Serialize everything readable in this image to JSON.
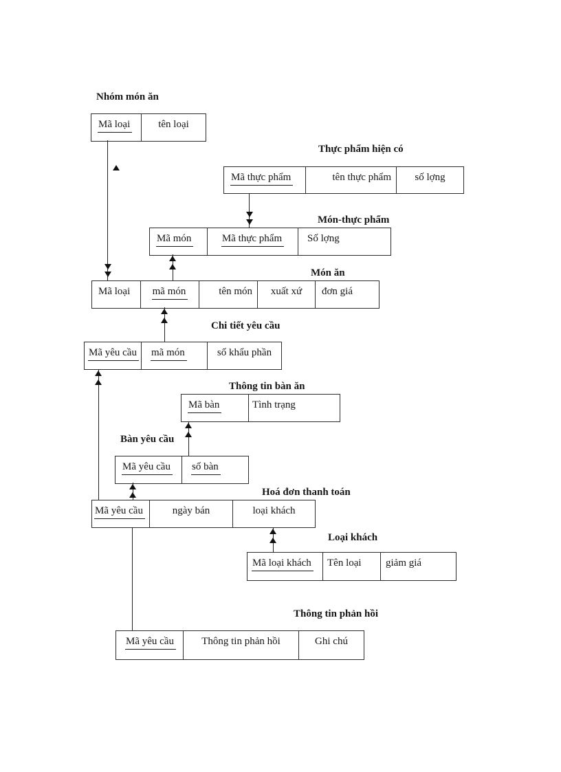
{
  "document_type": "relational database schema diagram",
  "language": "Vietnamese",
  "colors": {
    "background": "#ffffff",
    "line": "#1f1f1f",
    "text": "#151515"
  },
  "entities": [
    {
      "title": "Nhóm món ăn",
      "fields": [
        {
          "text": "Mã loại",
          "key": true
        },
        {
          "text": "tên loại",
          "key": false
        }
      ]
    },
    {
      "title": "Thực phẩm hiện có",
      "fields": [
        {
          "text": "Mã thực phẩm",
          "key": true
        },
        {
          "text": "tên thực phẩm",
          "key": false
        },
        {
          "text": "số lợng",
          "key": false
        }
      ]
    },
    {
      "title": "Món-thực phẩm",
      "fields": [
        {
          "text": "Mã món",
          "key": true
        },
        {
          "text": "Mã thực phẩm",
          "key": true
        },
        {
          "text": "Số lợng",
          "key": false
        }
      ]
    },
    {
      "title": "Món ăn",
      "fields": [
        {
          "text": "Mã loại",
          "key": false
        },
        {
          "text": "mã món",
          "key": true
        },
        {
          "text": "tên món",
          "key": false
        },
        {
          "text": "xuất xứ",
          "key": false
        },
        {
          "text": "đơn giá",
          "key": false
        }
      ]
    },
    {
      "title": "Chi tiết yêu cầu",
      "fields": [
        {
          "text": "Mã yêu cầu",
          "key": true
        },
        {
          "text": "mã món",
          "key": true
        },
        {
          "text": "số khẩu phần",
          "key": false
        }
      ]
    },
    {
      "title": "Thông tin bàn ăn",
      "fields": [
        {
          "text": "Mã bàn",
          "key": true
        },
        {
          "text": "Tình trạng",
          "key": false
        }
      ]
    },
    {
      "title": "Bàn yêu cầu",
      "fields": [
        {
          "text": "Mã yêu cầu",
          "key": true
        },
        {
          "text": "số bàn",
          "key": true
        }
      ]
    },
    {
      "title": "Hoá đơn thanh toán",
      "fields": [
        {
          "text": "Mã yêu cầu",
          "key": true
        },
        {
          "text": "ngày bán",
          "key": false
        },
        {
          "text": "loại khách",
          "key": false
        }
      ]
    },
    {
      "title": "Loại khách",
      "fields": [
        {
          "text": "Mã loại khách",
          "key": true
        },
        {
          "text": "Tên loại",
          "key": false
        },
        {
          "text": "giảm giá",
          "key": false
        }
      ]
    },
    {
      "title": "Thông tin phản hồi",
      "fields": [
        {
          "text": "Mã yêu cầu",
          "key": true
        },
        {
          "text": "Thông tin phản hồi",
          "key": false
        },
        {
          "text": "Ghi chú",
          "key": false
        }
      ]
    }
  ],
  "relationships": [
    "Nhóm món ăn.Mã loại — Món ăn.Mã loại",
    "Thực phẩm hiện có.Mã thực phẩm — Món-thực phẩm.Mã thực phẩm",
    "Món ăn.mã món — Món-thực phẩm.Mã món",
    "Chi tiết yêu cầu.mã món — Món ăn.mã món",
    "Hoá đơn thanh toán.Mã yêu cầu — Chi tiết yêu cầu.Mã yêu cầu",
    "Bàn yêu cầu.số bàn — Thông tin bàn ăn.Mã bàn",
    "Hoá đơn thanh toán.Mã yêu cầu — Bàn yêu cầu.Mã yêu cầu",
    "Loại khách.Mã loại khách — Hoá đơn thanh toán.loại khách",
    "Hoá đơn thanh toán.Mã yêu cầu — Thông tin phản hồi.Mã yêu cầu"
  ]
}
